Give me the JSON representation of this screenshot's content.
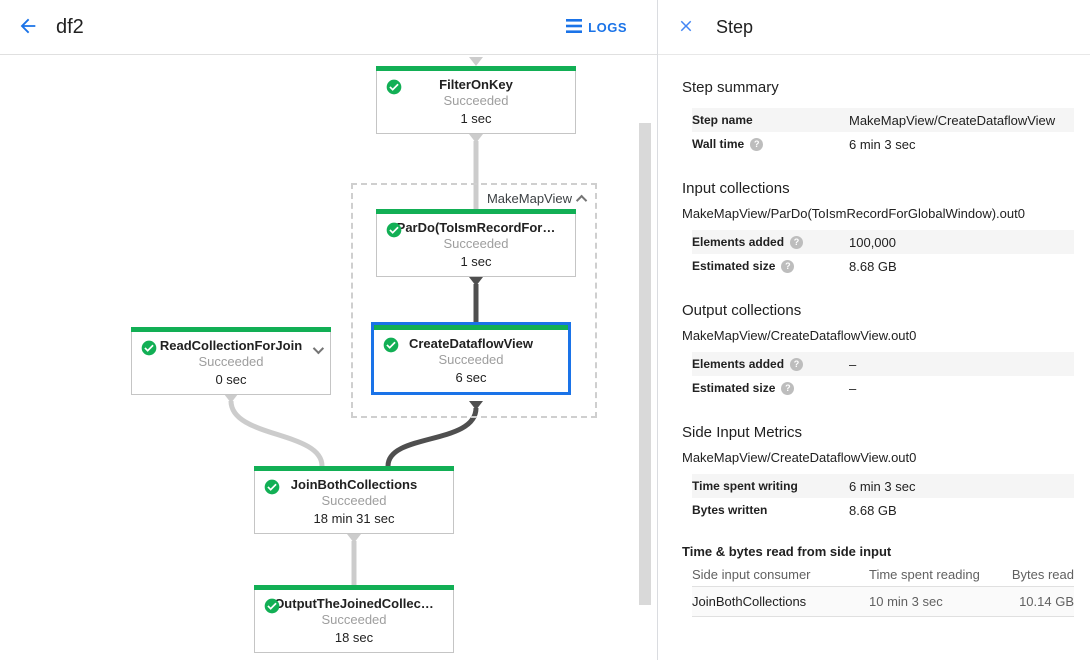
{
  "header": {
    "title": "df2",
    "logs_label": "LOGS"
  },
  "colors": {
    "accent_blue": "#1a73e8",
    "success_green": "#12af55",
    "edge_light": "#cccccc",
    "edge_dark": "#4f4f4f",
    "selected_border": "#1a73e8"
  },
  "graph": {
    "group_label": "MakeMapView",
    "nodes": [
      {
        "title": "FilterOnKey",
        "status": "Succeeded",
        "time": "1 sec"
      },
      {
        "title": "ParDo(ToIsmRecordFor…",
        "status": "Succeeded",
        "time": "1 sec"
      },
      {
        "title": "CreateDataflowView",
        "status": "Succeeded",
        "time": "6 sec"
      },
      {
        "title": "ReadCollectionForJoin",
        "status": "Succeeded",
        "time": "0 sec"
      },
      {
        "title": "JoinBothCollections",
        "status": "Succeeded",
        "time": "18 min 31 sec"
      },
      {
        "title": "OutputTheJoinedCollec…",
        "status": "Succeeded",
        "time": "18 sec"
      }
    ]
  },
  "panel": {
    "title": "Step",
    "step_summary": {
      "heading": "Step summary",
      "rows": [
        {
          "label": "Step name",
          "value": "MakeMapView/CreateDataflowView"
        },
        {
          "label": "Wall time",
          "value": "6 min 3 sec"
        }
      ]
    },
    "input_collections": {
      "heading": "Input collections",
      "collection": "MakeMapView/ParDo(ToIsmRecordForGlobalWindow).out0",
      "rows": [
        {
          "label": "Elements added",
          "value": "100,000"
        },
        {
          "label": "Estimated size",
          "value": "8.68 GB"
        }
      ]
    },
    "output_collections": {
      "heading": "Output collections",
      "collection": "MakeMapView/CreateDataflowView.out0",
      "rows": [
        {
          "label": "Elements added",
          "value": "–"
        },
        {
          "label": "Estimated size",
          "value": "–"
        }
      ]
    },
    "side_input_metrics": {
      "heading": "Side Input Metrics",
      "collection": "MakeMapView/CreateDataflowView.out0",
      "rows": [
        {
          "label": "Time spent writing",
          "value": "6 min 3 sec"
        },
        {
          "label": "Bytes written",
          "value": "8.68 GB"
        }
      ]
    },
    "side_input_table": {
      "title": "Time & bytes read from side input",
      "headers": [
        "Side input consumer",
        "Time spent reading",
        "Bytes read"
      ],
      "rows": [
        [
          "JoinBothCollections",
          "10 min 3 sec",
          "10.14 GB"
        ]
      ]
    }
  },
  "icons": {
    "help_glyph": "?"
  }
}
